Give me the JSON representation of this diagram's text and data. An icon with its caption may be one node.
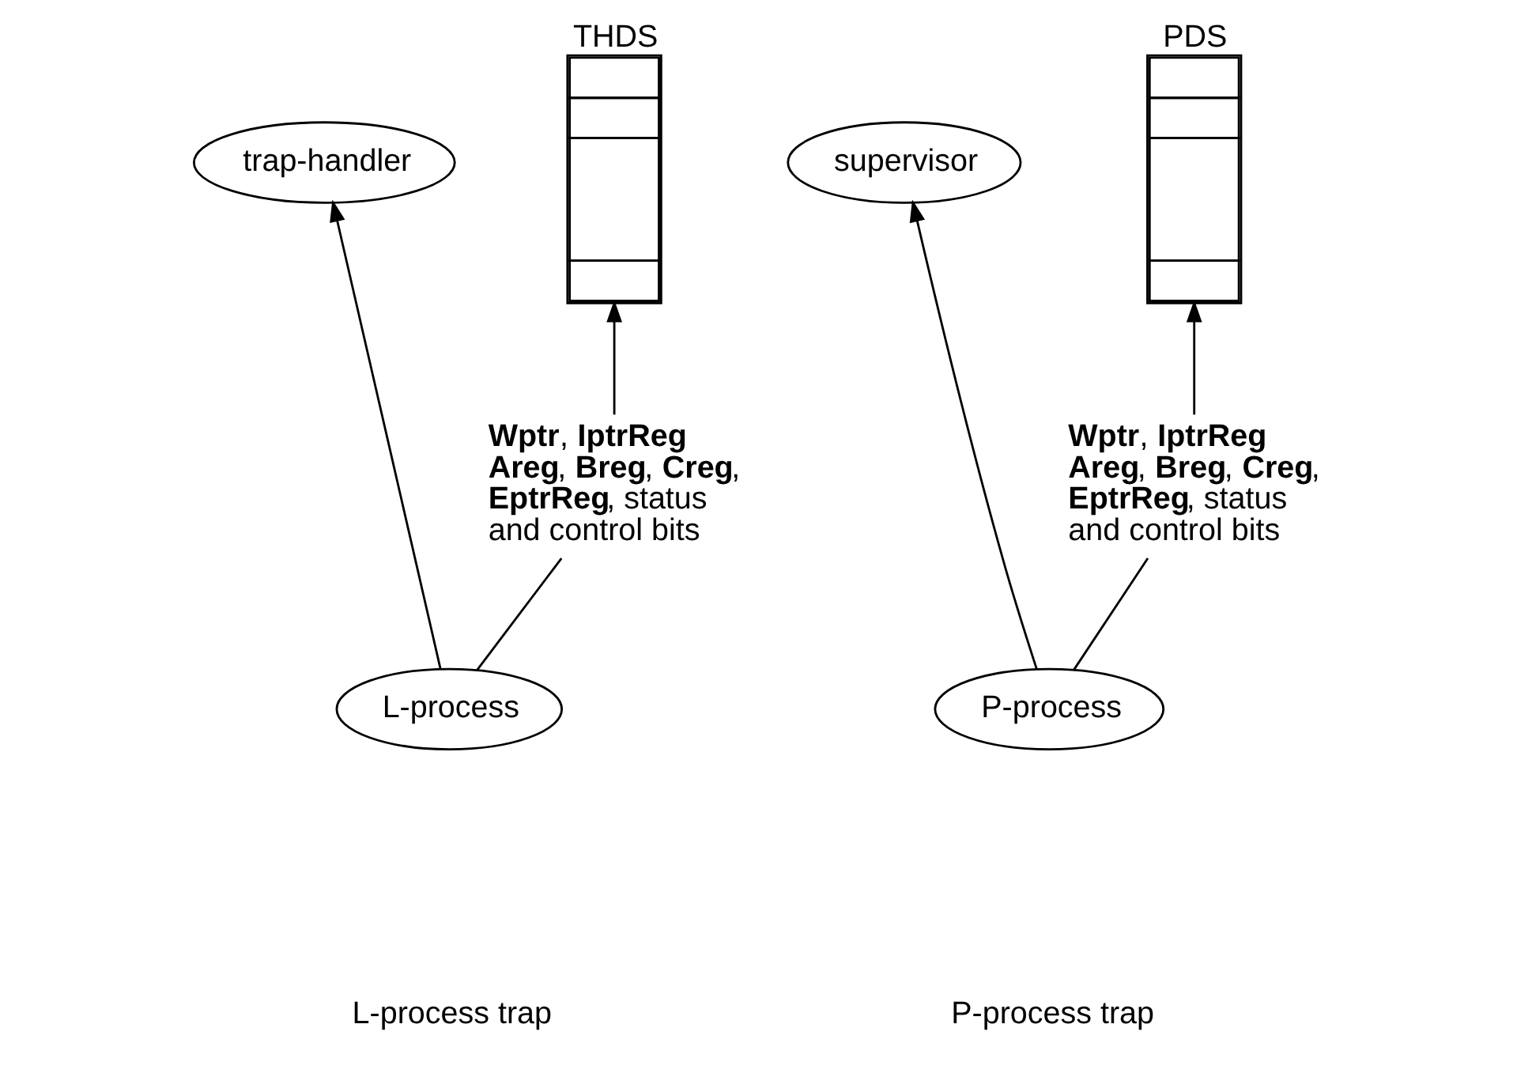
{
  "diagram": {
    "nodes": [
      {
        "text": [
          "trap-handler"
        ]
      },
      {
        "text": [
          "THDS"
        ]
      },
      {
        "text": [
          "**Wptr**, **IptrReg** **Areg**, **Breg**, **Creg**, **EptrReg**, status and control bits"
        ]
      },
      {
        "text": [
          "L-process"
        ]
      },
      {
        "text": [
          "supervisor"
        ]
      },
      {
        "text": [
          "PDS"
        ]
      },
      {
        "text": [
          "**Wptr**, **IptrReg** **Areg**, **Breg**, **Creg**, **EptrReg**, status and control bits"
        ]
      },
      {
        "text": [
          "P-process"
        ]
      }
    ],
    "edges": [
      {
        "from": 3,
        "to": 0,
        "arrow": "to"
      },
      {
        "from": 3,
        "to": 2,
        "arrow": "none"
      },
      {
        "from": 2,
        "to": 1,
        "arrow": "to"
      },
      {
        "from": 7,
        "to": 4,
        "arrow": "to"
      },
      {
        "from": 7,
        "to": 6,
        "arrow": "none"
      },
      {
        "from": 6,
        "to": 5,
        "arrow": "to"
      }
    ],
    "labels": [
      "L-process trap",
      "P-process trap"
    ]
  }
}
